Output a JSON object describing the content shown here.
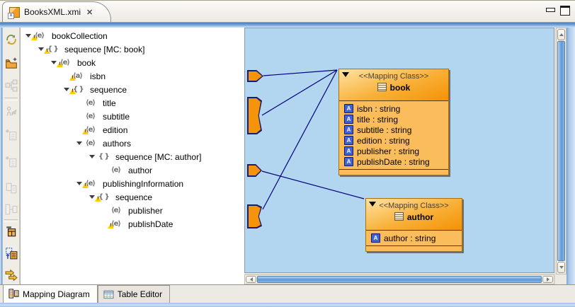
{
  "window": {
    "editor_tab": {
      "label": "BooksXML.xmi",
      "close_glyph": "✕"
    }
  },
  "toolbar": {
    "items": [
      {
        "name": "refresh",
        "enabled": true
      },
      {
        "name": "import-folder",
        "enabled": true
      },
      {
        "name": "hierarchy",
        "enabled": false
      },
      {
        "name": "derive-mapping",
        "enabled": false
      },
      {
        "name": "new-mapping-child",
        "enabled": false
      },
      {
        "name": "new-mapping-sibling",
        "enabled": false
      },
      {
        "name": "duplicate-structure",
        "enabled": false
      },
      {
        "name": "link-structures",
        "enabled": false
      },
      {
        "name": "create-mapping-class",
        "enabled": true
      },
      {
        "name": "promote-local-element",
        "enabled": true
      },
      {
        "name": "create-mapping",
        "enabled": true
      }
    ]
  },
  "tree": {
    "rows": [
      {
        "label": "bookCollection",
        "depth": 0,
        "icon": "element",
        "expanded": true,
        "warning": true
      },
      {
        "label": "sequence [MC: book]",
        "depth": 1,
        "icon": "sequence",
        "expanded": true,
        "warning": true
      },
      {
        "label": "book",
        "depth": 2,
        "icon": "element",
        "expanded": true,
        "warning": true
      },
      {
        "label": "isbn",
        "depth": 3,
        "icon": "attribute",
        "expanded": false,
        "warning": true
      },
      {
        "label": "sequence",
        "depth": 3,
        "icon": "sequence",
        "expanded": true,
        "warning": true
      },
      {
        "label": "title",
        "depth": 4,
        "icon": "element",
        "expanded": false,
        "warning": false
      },
      {
        "label": "subtitle",
        "depth": 4,
        "icon": "element",
        "expanded": false,
        "warning": false
      },
      {
        "label": "edition",
        "depth": 4,
        "icon": "element",
        "expanded": false,
        "warning": true
      },
      {
        "label": "authors",
        "depth": 4,
        "icon": "element",
        "expanded": true,
        "warning": false
      },
      {
        "label": "sequence [MC: author]",
        "depth": 5,
        "icon": "sequence",
        "expanded": true,
        "warning": false
      },
      {
        "label": "author",
        "depth": 6,
        "icon": "element",
        "expanded": false,
        "warning": false
      },
      {
        "label": "publishingInformation",
        "depth": 4,
        "icon": "element",
        "expanded": true,
        "warning": true
      },
      {
        "label": "sequence",
        "depth": 5,
        "icon": "sequence",
        "expanded": true,
        "warning": true
      },
      {
        "label": "publisher",
        "depth": 6,
        "icon": "element",
        "expanded": false,
        "warning": false
      },
      {
        "label": "publishDate",
        "depth": 6,
        "icon": "element",
        "expanded": false,
        "warning": true
      }
    ]
  },
  "diagram": {
    "classes": [
      {
        "id": "book",
        "stereotype": "<<Mapping Class>>",
        "name": "book",
        "attributes": [
          {
            "name": "isbn",
            "type": "string"
          },
          {
            "name": "title",
            "type": "string"
          },
          {
            "name": "subtitle",
            "type": "string"
          },
          {
            "name": "edition",
            "type": "string"
          },
          {
            "name": "publisher",
            "type": "string"
          },
          {
            "name": "publishDate",
            "type": "string"
          }
        ]
      },
      {
        "id": "author",
        "stereotype": "<<Mapping Class>>",
        "name": "author",
        "attributes": [
          {
            "name": "author",
            "type": "string"
          }
        ]
      }
    ],
    "ports": [
      {
        "id": "port-1",
        "shape": "pent"
      },
      {
        "id": "port-2",
        "shape": "concave"
      },
      {
        "id": "port-3",
        "shape": "pent"
      },
      {
        "id": "port-4",
        "shape": "concave"
      }
    ],
    "links": [
      {
        "from": "port-1",
        "to": "book"
      },
      {
        "from": "port-2",
        "to": "book"
      },
      {
        "from": "port-3",
        "to": "author"
      },
      {
        "from": "port-4",
        "to": "book"
      }
    ],
    "colors": {
      "background": "#B3D6F0",
      "class_header_top": "#FFE2A4",
      "class_header_bottom": "#F49205",
      "attribute_fill": "#FBBD5C",
      "port_fill": "#F5930B",
      "port_border": "#1C1C6E",
      "link": "#00007E"
    }
  },
  "bottom_tabs": [
    {
      "label": "Mapping Diagram",
      "active": true
    },
    {
      "label": "Table Editor",
      "active": false
    }
  ]
}
